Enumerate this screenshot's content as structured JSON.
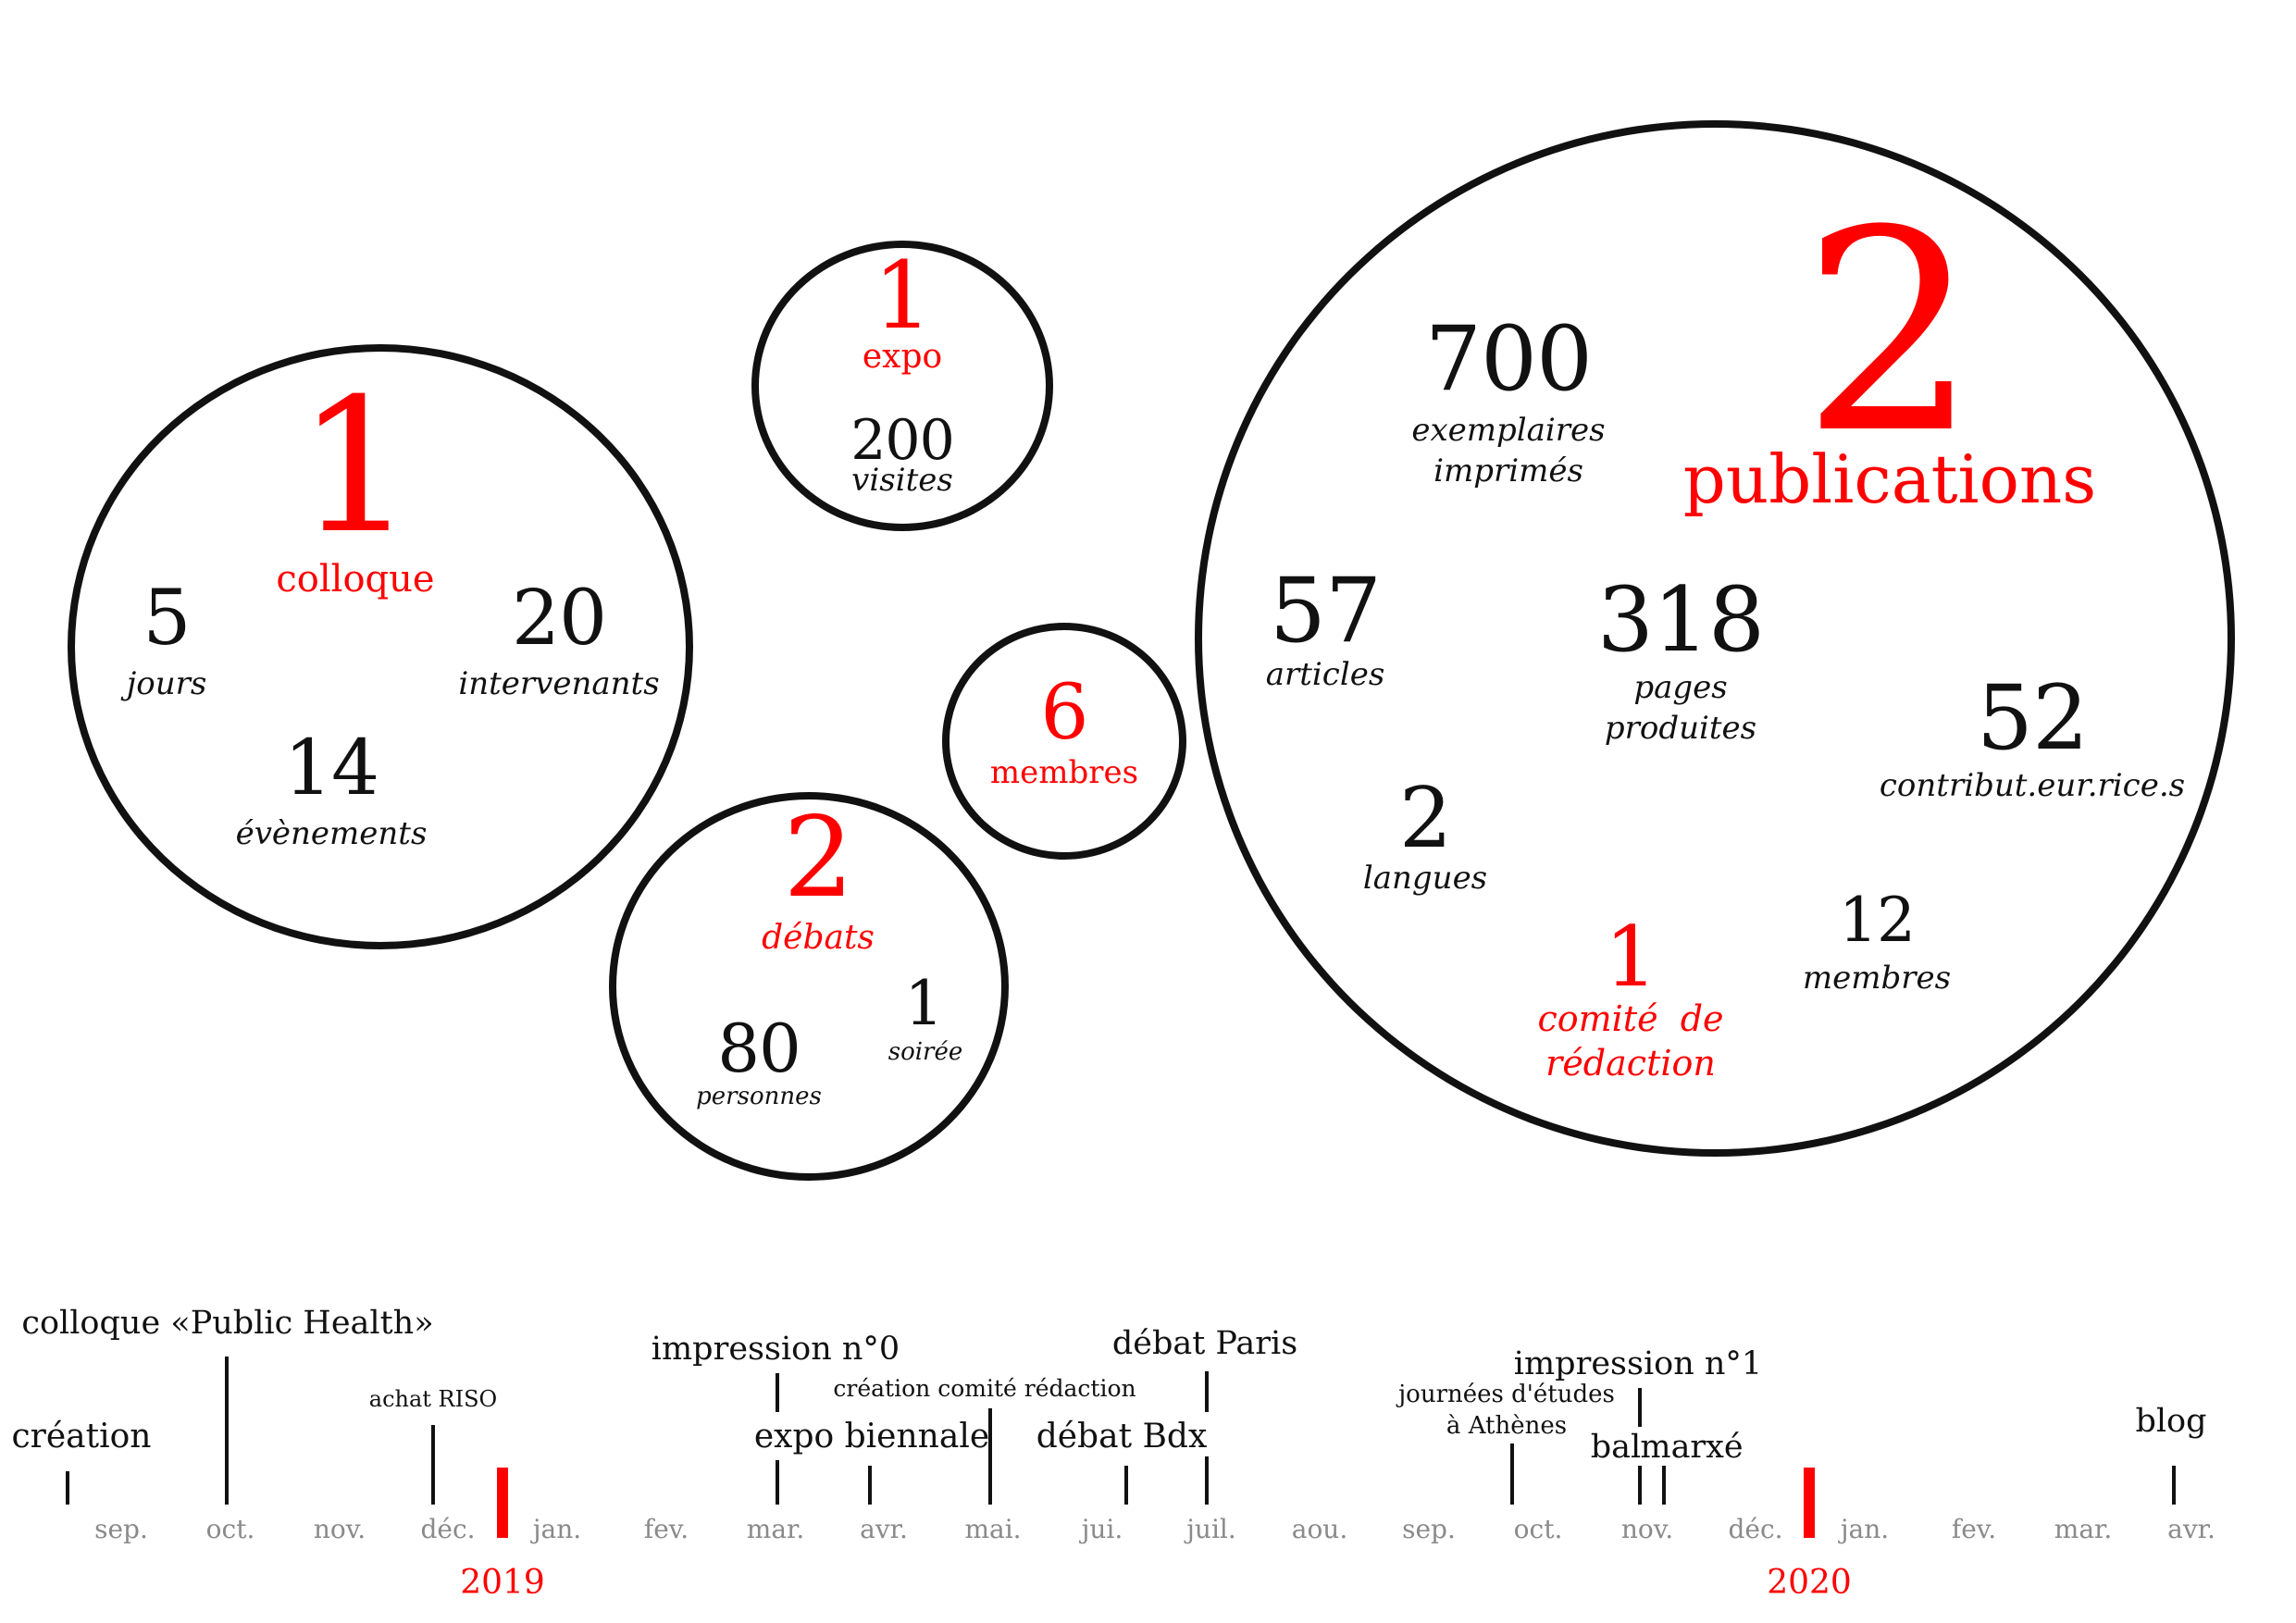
{
  "colloque": {
    "count": "1",
    "label": "colloque",
    "days_value": "5",
    "days_label": "jours",
    "speakers_value": "20",
    "speakers_label": "intervenants",
    "events_value": "14",
    "events_label": "évènements"
  },
  "expo": {
    "count": "1",
    "label": "expo",
    "visits_value": "200",
    "visits_label": "visites"
  },
  "membres": {
    "count": "6",
    "label": "membres"
  },
  "debats": {
    "count": "2",
    "label": "débats",
    "people_value": "80",
    "people_label": "personnes",
    "evening_value": "1",
    "evening_label": "soirée"
  },
  "publications": {
    "count": "2",
    "label": "publications",
    "copies_value": "700",
    "copies_label_1": "exemplaires",
    "copies_label_2": "imprimés",
    "articles_value": "57",
    "articles_label": "articles",
    "pages_value": "318",
    "pages_label_1": "pages",
    "pages_label_2": "produites",
    "contributors_value": "52",
    "contributors_label": "contribut.eur.rice.s",
    "languages_value": "2",
    "languages_label": "langues",
    "committee_value": "1",
    "committee_label_1": "comité  de",
    "committee_label_2": "rédaction",
    "members_value": "12",
    "members_label": "membres"
  },
  "timeline": {
    "months": [
      "sep.",
      "oct.",
      "nov.",
      "déc.",
      "jan.",
      "fev.",
      "mar.",
      "avr.",
      "mai.",
      "jui.",
      "juil.",
      "aou.",
      "sep.",
      "oct.",
      "nov.",
      "déc.",
      "jan.",
      "fev.",
      "mar.",
      "avr."
    ],
    "years": [
      "2019",
      "2020"
    ],
    "events": {
      "creation": "création",
      "colloque": "colloque «Public Health»",
      "achat_riso": "achat RISO",
      "impression_0": "impression n°0",
      "expo_biennale": "expo biennale",
      "creation_comite": "création comité rédaction",
      "debat_bdx": "débat Bdx",
      "debat_paris": "débat Paris",
      "journees_1": "journées d'études",
      "journees_2": "à Athènes",
      "impression_1": "impression n°1",
      "bal": "bal",
      "marxe": "marxé",
      "blog": "blog"
    }
  }
}
